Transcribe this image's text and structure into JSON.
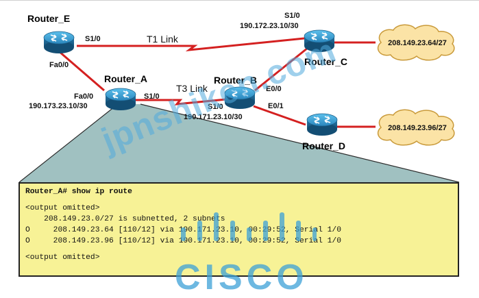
{
  "routers": {
    "e": {
      "name": "Router_E"
    },
    "a": {
      "name": "Router_A"
    },
    "b": {
      "name": "Router_B"
    },
    "c": {
      "name": "Router_C"
    },
    "d": {
      "name": "Router_D"
    }
  },
  "interfaces": {
    "e_s10": "S1/0",
    "e_fa00": "Fa0/0",
    "a_fa00": "Fa0/0",
    "a_fa00_ip": "190.173.23.10/30",
    "a_s10": "S1/0",
    "b_s10": "S1/0",
    "b_s10_ip": "190.171.23.10/30",
    "b_e00": "E0/0",
    "b_e01": "E0/1",
    "c_s10": "S1/0",
    "c_s10_ip": "190.172.23.10/30"
  },
  "links": {
    "t1": "T1 Link",
    "t3": "T3 Link"
  },
  "clouds": {
    "c": "208.149.23.64/27",
    "d": "208.149.23.96/27"
  },
  "console": {
    "prompt": "Router_A# show ip route",
    "omit1": "<output omitted>",
    "subnet": "    208.149.23.0/27 is subnetted, 2 subnets",
    "route1": "O     208.149.23.64 [110/12] via 190.171.23.10, 00:29:52, Serial 1/0",
    "route2": "O     208.149.23.96 [110/12] via 190.171.23.10, 00:29:52, Serial 1/0",
    "omit2": "<output omitted>"
  },
  "watermark": {
    "site": "jpnshiken.com",
    "brand": "CISCO"
  },
  "colors": {
    "link": "#d42020",
    "console_bg": "#f7f296",
    "cloud": "#fbe3a6",
    "router": "#2f94c9"
  }
}
